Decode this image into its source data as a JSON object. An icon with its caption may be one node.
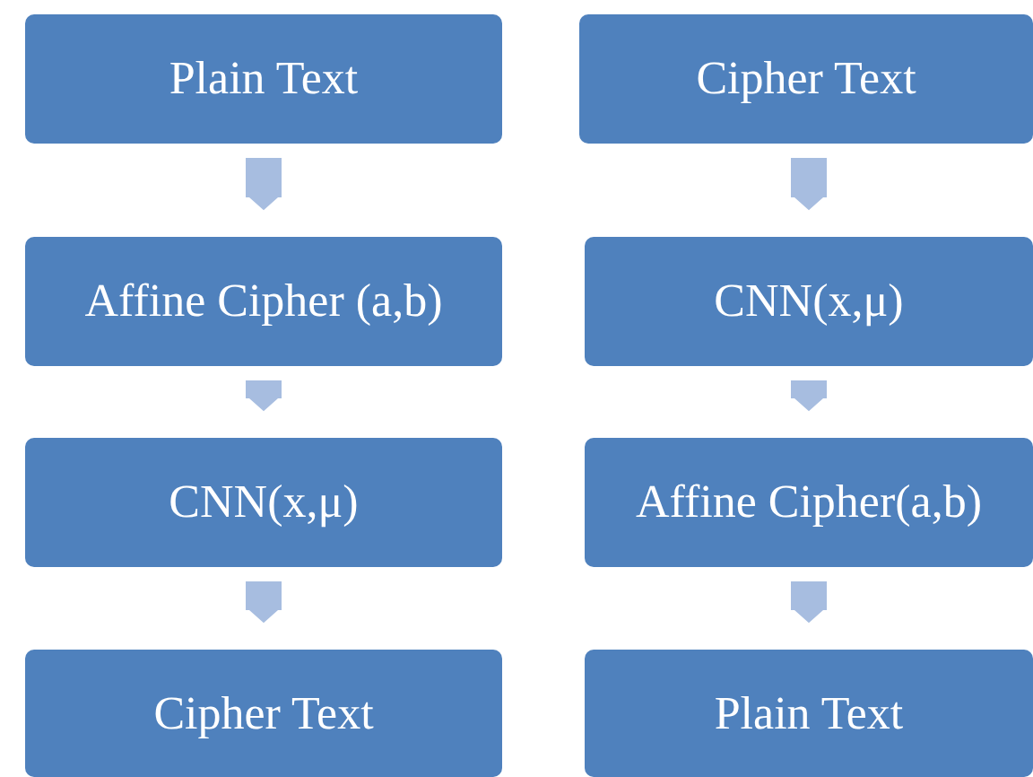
{
  "diagram": {
    "nodes": [
      {
        "text": [
          "Plain Text"
        ]
      },
      {
        "text": [
          "Affine Cipher (a,b)"
        ]
      },
      {
        "text": [
          "CNN(x,μ)"
        ]
      },
      {
        "text": [
          "Cipher Text"
        ]
      },
      {
        "text": [
          "Cipher Text"
        ]
      },
      {
        "text": [
          "CNN(x,μ)"
        ]
      },
      {
        "text": [
          "Affine Cipher(a,b)"
        ]
      },
      {
        "text": [
          "Plain Text"
        ]
      }
    ],
    "edges": [
      {
        "from": 0,
        "to": 1,
        "arrow": "to"
      },
      {
        "from": 1,
        "to": 2,
        "arrow": "to"
      },
      {
        "from": 2,
        "to": 3,
        "arrow": "to"
      },
      {
        "from": 4,
        "to": 5,
        "arrow": "to"
      },
      {
        "from": 5,
        "to": 6,
        "arrow": "to"
      },
      {
        "from": 6,
        "to": 7,
        "arrow": "to"
      }
    ]
  }
}
